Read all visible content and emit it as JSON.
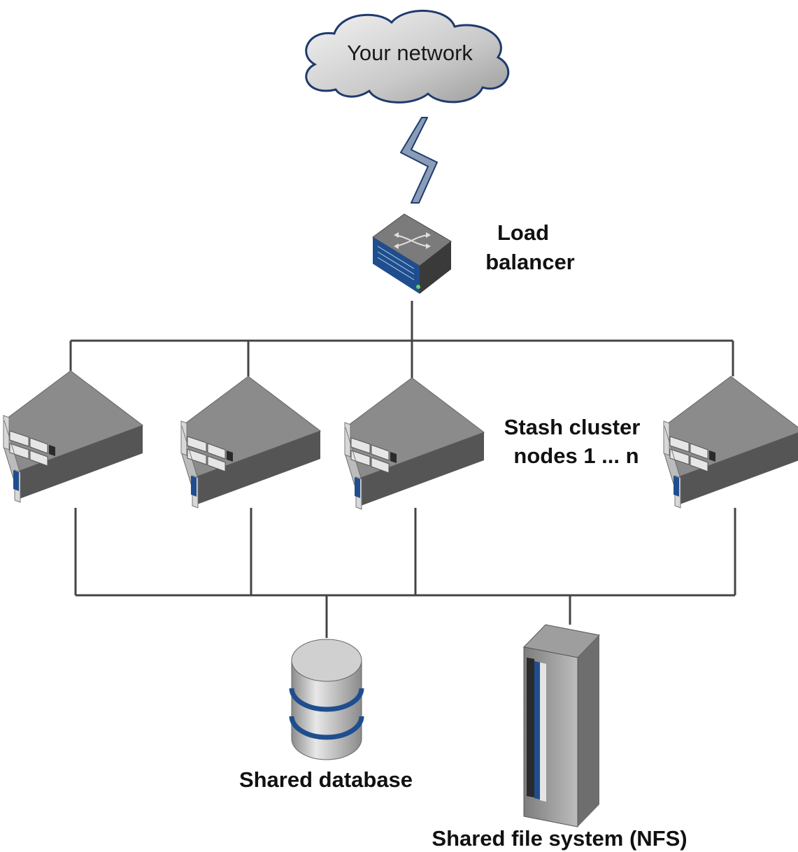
{
  "network": {
    "label": "Your network"
  },
  "load_balancer": {
    "label_line1": "Load",
    "label_line2": "balancer"
  },
  "cluster": {
    "label_line1": "Stash cluster",
    "label_line2": "nodes 1 ... n"
  },
  "database": {
    "label": "Shared database"
  },
  "filesystem": {
    "label": "Shared file system (NFS)"
  },
  "colors": {
    "line": "#444444",
    "server_top": "#8a8a8a",
    "server_side": "#5a5a5a",
    "server_front": "#b9b9b9",
    "accent_blue": "#1f4e8f",
    "cloud_edge": "#1f3b6e"
  },
  "icons": [
    "cloud-icon",
    "lightning-icon",
    "switch-icon",
    "server-icon",
    "database-icon",
    "storage-rack-icon"
  ]
}
